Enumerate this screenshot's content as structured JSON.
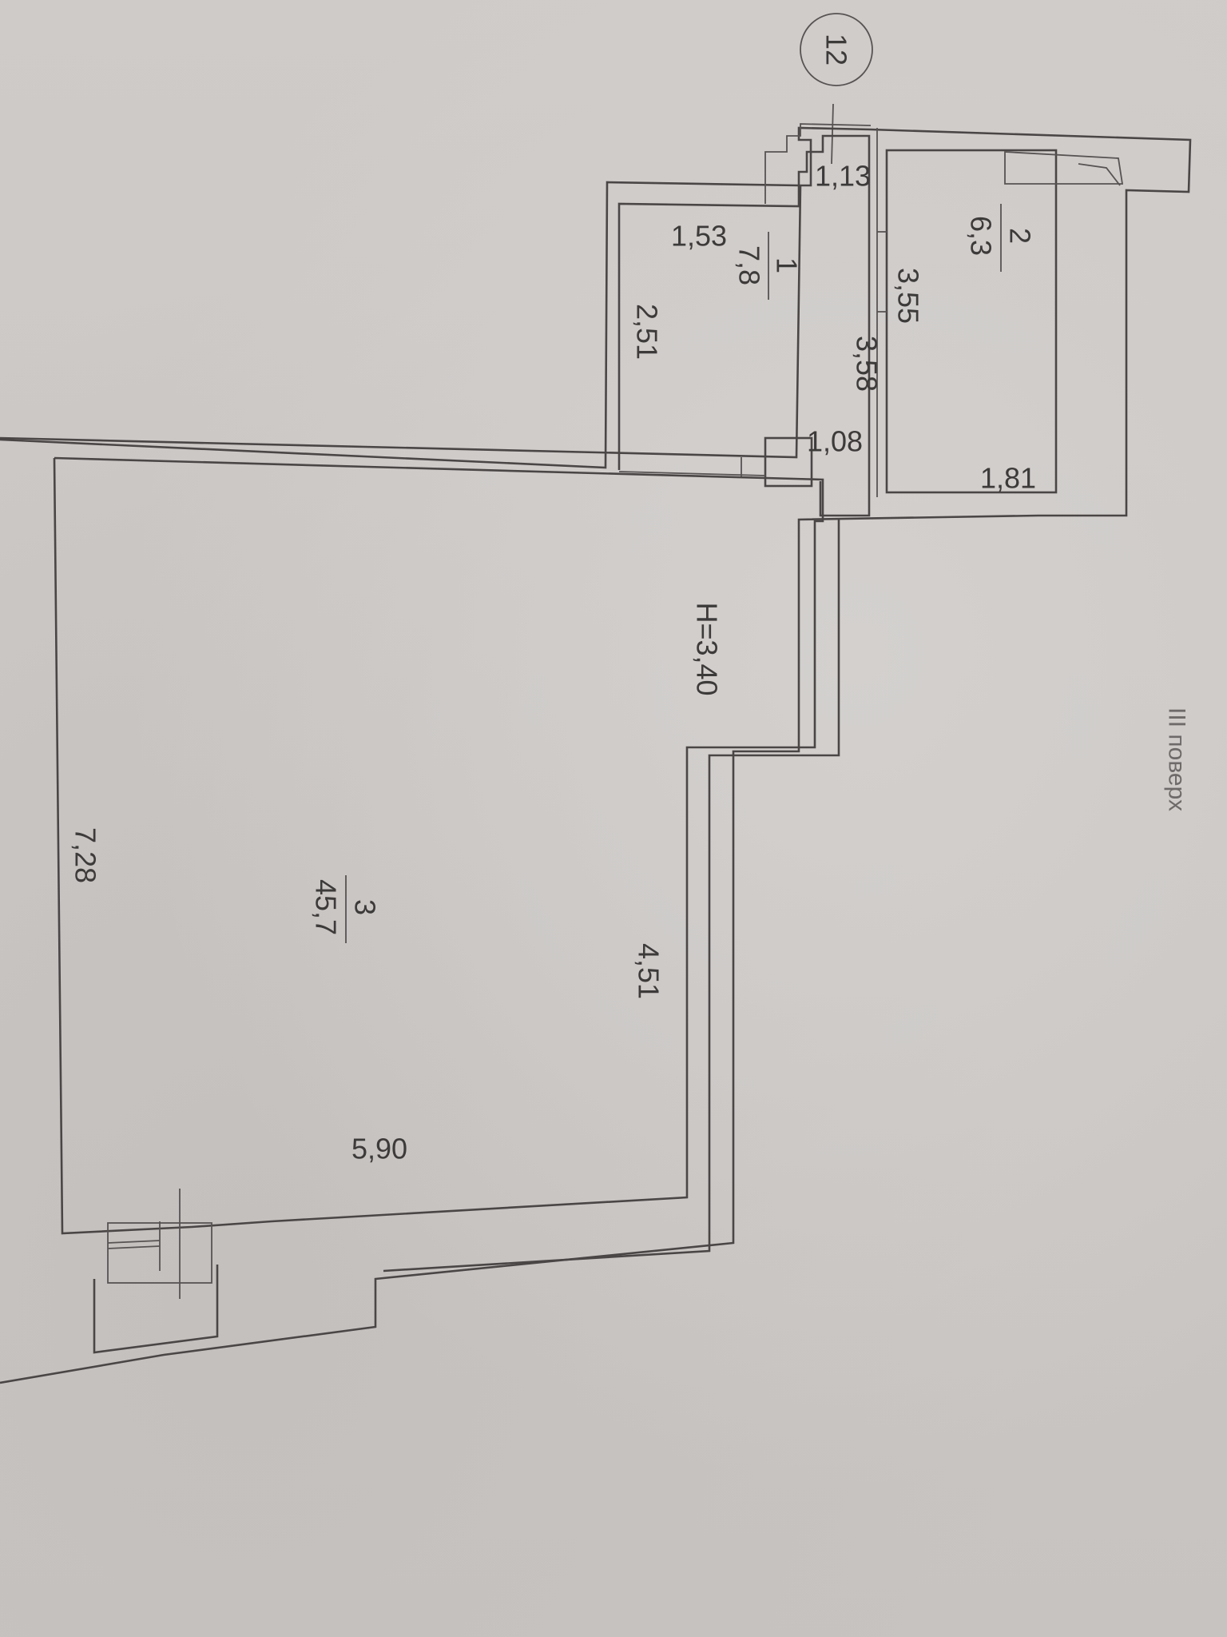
{
  "plan": {
    "axis_marker": "12",
    "floor_label": "III поверх",
    "ceiling_height": "H=3,40",
    "rooms": [
      {
        "number": "1",
        "area": "7,8"
      },
      {
        "number": "2",
        "area": "6,3"
      },
      {
        "number": "3",
        "area": "45,7"
      }
    ],
    "dimensions": {
      "d_1_13": "1,13",
      "d_1_53": "1,53",
      "d_2_51": "2,51",
      "d_3_58": "3,58",
      "d_3_55": "3,55",
      "d_1_08": "1,08",
      "d_1_81": "1,81",
      "d_7_28": "7,28",
      "d_4_51": "4,51",
      "d_5_90": "5,90"
    }
  }
}
